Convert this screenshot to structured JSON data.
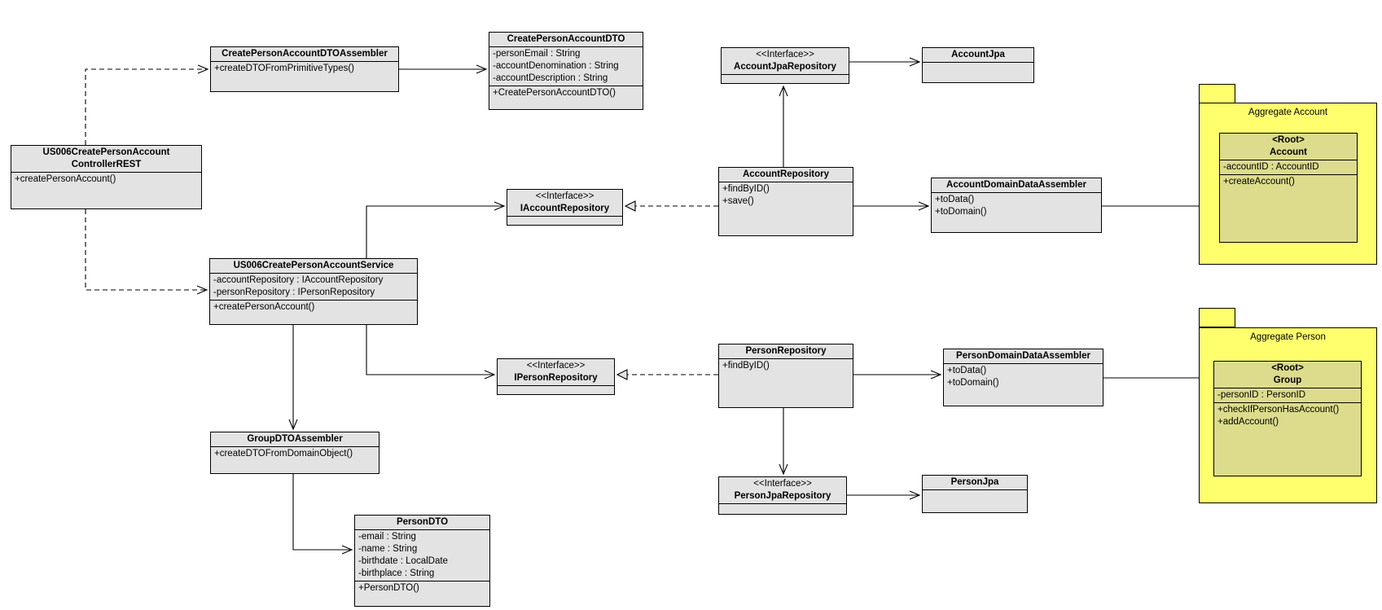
{
  "diagram": {
    "kind": "uml-class-diagram",
    "colors": {
      "class_fill": "#e3e3e3",
      "package_fill": "#ffff6e",
      "aggregate_root_fill": "#dcdc8c",
      "border": "#000000",
      "background": "#ffffff"
    },
    "classes": {
      "create_person_account_dto_assembler": {
        "name": "CreatePersonAccountDTOAssembler",
        "methods": [
          "+createDTOFromPrimitiveTypes()"
        ]
      },
      "create_person_account_dto": {
        "name": "CreatePersonAccountDTO",
        "attributes": [
          "-personEmail : String",
          "-accountDenomination : String",
          "-accountDescription : String"
        ],
        "methods": [
          "+CreatePersonAccountDTO()"
        ]
      },
      "controller": {
        "name_lines": [
          "US006CreatePersonAccount",
          "ControllerREST"
        ],
        "methods": [
          "+createPersonAccount()"
        ]
      },
      "account_jpa_repository": {
        "stereotype": "<<Interface>>",
        "name": "AccountJpaRepository"
      },
      "account_jpa": {
        "name": "AccountJpa"
      },
      "account_repository": {
        "name": "AccountRepository",
        "methods": [
          "+findByID()",
          "+save()"
        ]
      },
      "i_account_repository": {
        "stereotype": "<<Interface>>",
        "name": "IAccountRepository"
      },
      "account_domain_data_assembler": {
        "name": "AccountDomainDataAssembler",
        "methods": [
          "+toData()",
          "+toDomain()"
        ]
      },
      "service": {
        "name": "US006CreatePersonAccountService",
        "attributes": [
          "-accountRepository : IAccountRepository",
          "-personRepository : IPersonRepository"
        ],
        "methods": [
          "+createPersonAccount()"
        ]
      },
      "person_repository": {
        "name": "PersonRepository",
        "methods": [
          "+findByID()"
        ]
      },
      "i_person_repository": {
        "stereotype": "<<Interface>>",
        "name": "IPersonRepository"
      },
      "person_domain_data_assembler": {
        "name": "PersonDomainDataAssembler",
        "methods": [
          "+toData()",
          "+toDomain()"
        ]
      },
      "group_dto_assembler": {
        "name": "GroupDTOAssembler",
        "methods": [
          "+createDTOFromDomainObject()"
        ]
      },
      "person_dto": {
        "name": "PersonDTO",
        "attributes": [
          "-email : String",
          "-name : String",
          "-birthdate : LocalDate",
          "-birthplace : String"
        ],
        "methods": [
          "+PersonDTO()"
        ]
      },
      "person_jpa_repository": {
        "stereotype": "<<Interface>>",
        "name": "PersonJpaRepository"
      },
      "person_jpa": {
        "name": "PersonJpa"
      },
      "account_root": {
        "stereotype": "<Root>",
        "name": "Account",
        "attributes": [
          "-accountID : AccountID"
        ],
        "methods": [
          "+createAccount()"
        ]
      },
      "group_root": {
        "stereotype": "<Root>",
        "name": "Group",
        "attributes": [
          "-personID : PersonID"
        ],
        "methods": [
          "+checkIfPersonHasAccount()",
          "+addAccount()"
        ]
      }
    },
    "packages": {
      "aggregate_account": {
        "label": "Aggregate Account"
      },
      "aggregate_person": {
        "label": "Aggregate Person"
      }
    },
    "relationships": [
      {
        "from": "controller",
        "to": "create_person_account_dto_assembler",
        "type": "dependency-dashed-open-arrow"
      },
      {
        "from": "controller",
        "to": "service",
        "type": "dependency-dashed-open-arrow"
      },
      {
        "from": "create_person_account_dto_assembler",
        "to": "create_person_account_dto",
        "type": "association-open-arrow"
      },
      {
        "from": "account_repository",
        "to": "account_jpa_repository",
        "type": "association-open-arrow"
      },
      {
        "from": "account_jpa_repository",
        "to": "account_jpa",
        "type": "association-open-arrow"
      },
      {
        "from": "service",
        "to": "i_account_repository",
        "type": "association-open-arrow"
      },
      {
        "from": "account_repository",
        "to": "i_account_repository",
        "type": "realization-dashed-hollow-triangle"
      },
      {
        "from": "account_repository",
        "to": "account_domain_data_assembler",
        "type": "association-open-arrow"
      },
      {
        "from": "account_domain_data_assembler",
        "to": "account_root",
        "type": "association-open-arrow"
      },
      {
        "from": "service",
        "to": "i_person_repository",
        "type": "association-open-arrow"
      },
      {
        "from": "person_repository",
        "to": "i_person_repository",
        "type": "realization-dashed-hollow-triangle"
      },
      {
        "from": "person_repository",
        "to": "person_domain_data_assembler",
        "type": "association-open-arrow"
      },
      {
        "from": "person_domain_data_assembler",
        "to": "group_root",
        "type": "association-open-arrow"
      },
      {
        "from": "person_repository",
        "to": "person_jpa_repository",
        "type": "association-open-arrow"
      },
      {
        "from": "person_jpa_repository",
        "to": "person_jpa",
        "type": "association-open-arrow"
      },
      {
        "from": "service",
        "to": "group_dto_assembler",
        "type": "association-open-arrow"
      },
      {
        "from": "group_dto_assembler",
        "to": "person_dto",
        "type": "association-open-arrow"
      }
    ]
  }
}
